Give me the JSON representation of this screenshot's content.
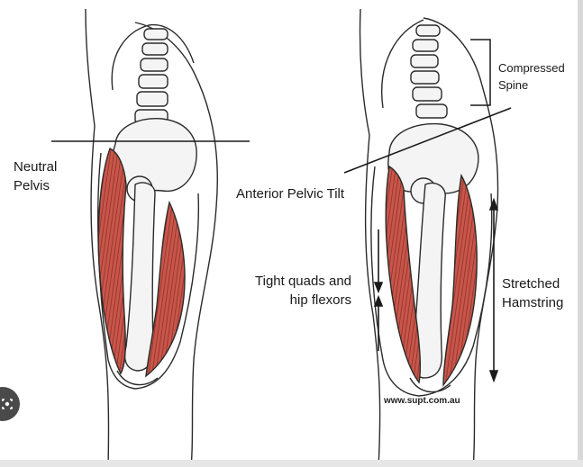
{
  "labels": {
    "neutral_line1": "Neutral",
    "neutral_line2": "Pelvis",
    "anterior_tilt": "Anterior Pelvic Tilt",
    "tight_line1": "Tight quads and",
    "tight_line2": "hip flexors",
    "stretched_line1": "Stretched",
    "stretched_line2": "Hamstring",
    "spine_line1": "Compressed",
    "spine_line2": "Spine"
  },
  "watermark": "www.supt.com.au",
  "colors": {
    "muscle": "#c8564a",
    "muscle_dark": "#8e2f28",
    "outline": "#2b2b2b",
    "bone": "#f4f4f4"
  },
  "icons": {
    "corner_button": "lens-icon"
  }
}
